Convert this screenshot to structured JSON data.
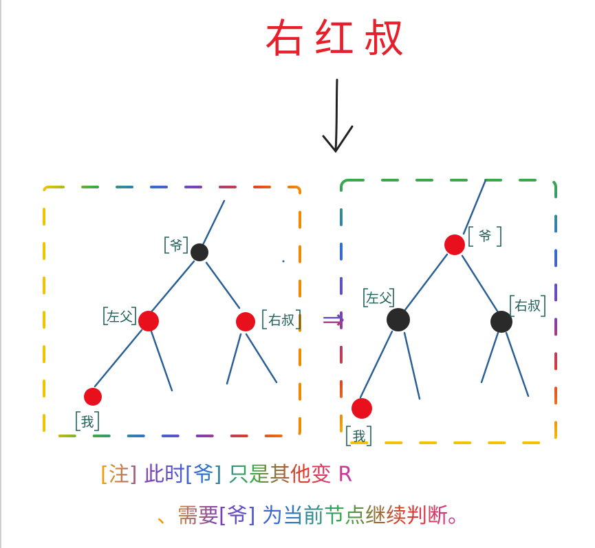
{
  "title": "右红叔",
  "colors": {
    "title": "#e5202b",
    "ink": "#222222",
    "edge": "#2a5f96",
    "label": "#1f5f5a",
    "red_node": "#e8101c",
    "black_node": "#2a2a2a",
    "note": "#7a3fb0"
  },
  "left_tree": {
    "grandparent_label": "爷",
    "parent_label": "左父",
    "uncle_label": "右叔",
    "me_label": "我"
  },
  "right_tree": {
    "grandparent_label": "爷",
    "parent_label": "左父",
    "uncle_label": "右叔",
    "me_label": "我"
  },
  "transform_arrow": "⇒",
  "notes": {
    "line1": "[注] 此时[爷] 只是其他变 R",
    "line2": "、需要[爷] 为当前节点继续判断。"
  }
}
